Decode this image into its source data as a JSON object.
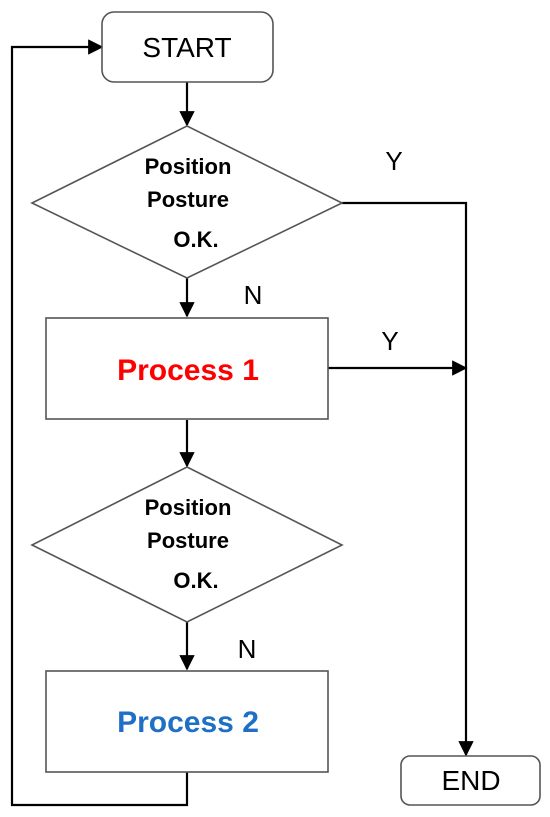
{
  "start_label": "START",
  "end_label": "END",
  "decision_1": {
    "line1": "Position",
    "line2": "Posture",
    "line3": "O.K."
  },
  "decision_2": {
    "line1": "Position",
    "line2": "Posture",
    "line3": "O.K."
  },
  "process_1": {
    "label": "Process 1",
    "color": "#ff0000"
  },
  "process_2": {
    "label": "Process 2",
    "color": "#1f6fc5"
  },
  "yes_label_1": "Y",
  "no_label_1": "N",
  "yes_label_2": "Y",
  "no_label_2": "N"
}
